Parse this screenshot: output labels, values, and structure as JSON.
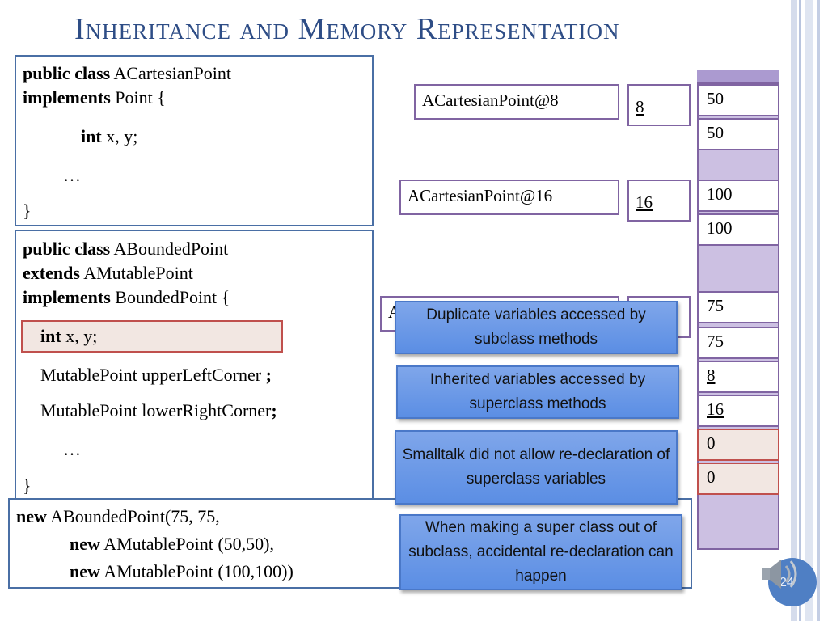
{
  "title": "Inheritance and Memory Representation",
  "class1": {
    "line1_kw": "public class",
    "line1_name": "ACartesianPoint",
    "line2_kw": "implements",
    "line2_rest": "Point {",
    "line3_kw": "int",
    "line3_rest": "x, y;",
    "line4": "…",
    "line5": "}"
  },
  "class2": {
    "line1_kw": "public class",
    "line1_name": "ABoundedPoint",
    "line2_kw": "extends",
    "line2_rest": "AMutablePoint",
    "line3_kw": "implements",
    "line3_rest": "BoundedPoint {",
    "dup_kw": "int",
    "dup_rest": "x, y;",
    "line5": "MutablePoint  upperLeftCorner",
    "line5_semi": ";",
    "line6": "MutablePoint  lowerRightCorner",
    "line6_semi": ";",
    "line7": "…",
    "line8": "}"
  },
  "newexpr": {
    "kw": "new",
    "line1": "ABoundedPoint(75, 75,",
    "line2": "AMutablePoint (50,50),",
    "line3": "AMutablePoint (100,100))"
  },
  "objects": [
    {
      "label": "ACartesianPoint@8",
      "address": "8"
    },
    {
      "label": "ACartesianPoint@16",
      "address": "16"
    },
    {
      "label": "A",
      "address": ""
    }
  ],
  "memory": [
    "50",
    "50",
    "100",
    "100",
    "75",
    "75",
    "8",
    "16",
    "0",
    "0"
  ],
  "callouts": [
    "Duplicate variables accessed by subclass methods",
    "Inherited variables accessed by superclass methods",
    "Smalltalk did not allow re-declaration of superclass variables",
    "When making a super class out of subclass, accidental re-declaration  can happen"
  ],
  "page_number": "24",
  "colors": {
    "title": "#2e4d86",
    "code_border": "#4a6fa5",
    "memory": "#ccc0e2",
    "callout": "#6b98e6",
    "duplicate": "#c0504d"
  }
}
